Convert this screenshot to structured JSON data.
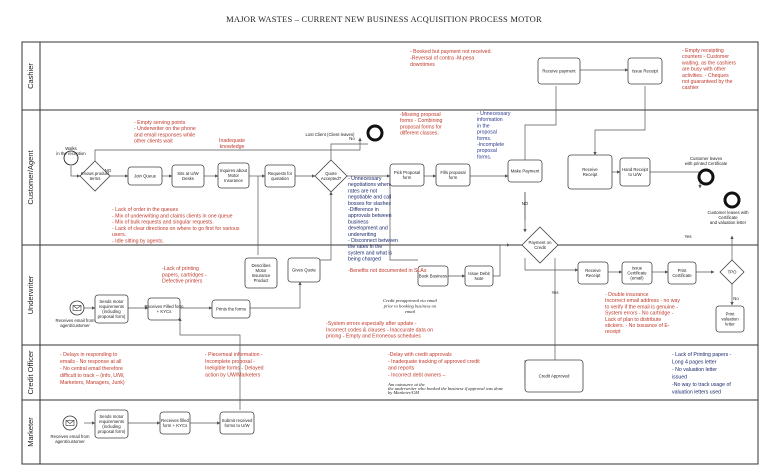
{
  "title": "MAJOR WASTES – CURRENT NEW BUSINESS ACQUISITION PROCESS MOTOR",
  "lanes": [
    "Cashier",
    "Customer/Agent",
    "Underwriter",
    "Credit Officer",
    "Marketer"
  ],
  "nodes": {
    "walks_in": [
      "Walks",
      "in the reception"
    ],
    "knows_product": [
      "Knows product",
      "terms"
    ],
    "no1": "NO",
    "join_queue": "Join Queue",
    "sits_desks": [
      "Sits at U/W",
      "Desks"
    ],
    "inquires": [
      "Inquires about",
      "Motor",
      "Insurance"
    ],
    "requests_quote": [
      "Requests for",
      "quotation"
    ],
    "quote_accepted": [
      "Quote",
      "Accepted?"
    ],
    "lost_client": "Lost Client (Client leaves)",
    "no2": "No",
    "pick_proposal": [
      "Pick Proposal",
      "form"
    ],
    "fills_proposal": [
      "Fills proposal",
      "form"
    ],
    "make_payment": "Make Payment",
    "receive_payment": "Receive payment",
    "issue_receipt": "Issue Receipt",
    "receive_receipt": [
      "Receive",
      "Receipt"
    ],
    "hand_receipt": [
      "Hand Receipt",
      "to U/W"
    ],
    "customer_leaves_cert": [
      "Customer leaves",
      "with printed Certificate"
    ],
    "customer_leaves_cert_val": [
      "Customer leaves with",
      "Certificate",
      "and valuation letter"
    ],
    "yes1": "Yes",
    "no3": "NO",
    "payment_on_credit": [
      "Payment on",
      "Credit"
    ],
    "yes2": "Yes",
    "receives_email_uw": [
      "Receives email from",
      "agent/customer"
    ],
    "sends_motor_req_uw": [
      "Sends motor",
      "requirements",
      "(including",
      "proposal form)"
    ],
    "receives_filled_uw": [
      "Receives Filled form",
      "+ KYCs"
    ],
    "prints_forms": "Prints the forms",
    "describes_motor": [
      "Describes",
      "Motor",
      "Insurance",
      "Product"
    ],
    "gives_quote": "Gives Quote",
    "book_business": "Book Business",
    "issue_debit": [
      "Issue Debit",
      "Note"
    ],
    "receive_receipt_uw": [
      "Receive",
      "Receipt"
    ],
    "issue_certificate": [
      "Issue",
      "Certificate",
      "(email)"
    ],
    "print_certificate": [
      "Print",
      "Certificate"
    ],
    "tpo": "TPO",
    "no4": "No",
    "print_valuation": [
      "Print",
      "valuation",
      "letter"
    ],
    "credit_approved": "Credit Approved",
    "receives_email_mk": [
      "Receives email from",
      "agent/customer"
    ],
    "sends_motor_req_mk": [
      "Sends motor",
      "requirements",
      "(including",
      "proposal form)"
    ],
    "receives_filled_mk": [
      "Receives filled",
      "form + KYCs"
    ],
    "submit_forms": [
      "Submit received",
      "forms to U/W"
    ]
  },
  "notes": {
    "cashier_booked": [
      "- Booked but payment not received.",
      "-Reversal of contra -M-pesa",
      "downtimes"
    ],
    "cashier_empty": [
      "- Empty receipting",
      "counters - Customer",
      "waiting, as the cashiers",
      "are busy with other",
      "activities. - Cheques",
      "not guaranteed by the",
      "cashier"
    ],
    "serving_points": [
      "- Empty serving points",
      "- Underwriter on the phone",
      "and email responses while",
      "other clients wait"
    ],
    "inadequate_knowledge": [
      "Inadequate",
      "knowledge"
    ],
    "missing_proposal": [
      "-Missing proposal",
      "forms - Combining",
      "proposal forms for",
      "different classes."
    ],
    "unnecessary_info": [
      "- Unnecessary",
      "information",
      "in the",
      "proposal",
      "forms.",
      "-Incomplete",
      "proposal",
      "forms."
    ],
    "unnecessary_negotiations": [
      "- Unnecessary",
      "negotiations when",
      "rates are not",
      "negotiable and call",
      "bosses for slashes",
      "-Difference in",
      "approvals between",
      "business",
      "development and",
      "underwriting",
      "- Disconnect between",
      "the rates in the",
      "system and what is",
      "being charged"
    ],
    "benefits_not": "-Benefits not documented in SLAs",
    "lack_of_order": [
      "- Lack of order in the queues",
      "- Mix of underwriting and claims clients in one queue",
      "- Mix of bulk requests and singular requests.",
      "- Lack of clear directions on where to go first for various",
      "users.",
      "- Idle sitting by agents."
    ],
    "lack_printing": [
      "-Lack of printing",
      "papers, cartridges -",
      "Defective printers"
    ],
    "credit_preapproved": [
      "Credit preapproved via email",
      "prior to booking business on",
      "email"
    ],
    "system_errors": [
      "-System errors especially after update -",
      "Incorrect codes & clauses - Inaccurate data on",
      "pricing - Empty and Erroneous schedules"
    ],
    "double_insurance": [
      "- Double insurance",
      "Incorrect email address - no way",
      "to verify if the email is genuine -",
      "System errors - No cartridge -",
      "Lack of plan to distribute",
      "stickers. - No issuance of E-",
      "receipt"
    ],
    "delays_responding": [
      "- Delays in responding to",
      "emails - No response at all",
      "- No central email therefore",
      "difficult to track – (info, U/W,",
      "Marketers, Managers, Junk)"
    ],
    "piecemeal": [
      "- Piecemeal information -",
      "Incomplete proposal -",
      "Ineligible forms - Delayed",
      "action by UW/Marketers"
    ],
    "delay_credit": [
      "-Delay with credit approvals",
      "- Inadequate tracking of approved credit",
      "and reports",
      "- Incorrect debt owners –"
    ],
    "debt_owners_small": [
      "Am outsource at the",
      "the underwriter who booked the business if approval was done",
      "by Marketer/GM"
    ],
    "lack_printing_papers": [
      "- Lack of Printing papers -",
      "Long 4 pages letter",
      "- No valuation letter",
      "issued",
      "-No way to track usage of",
      "valuation letters used"
    ]
  }
}
